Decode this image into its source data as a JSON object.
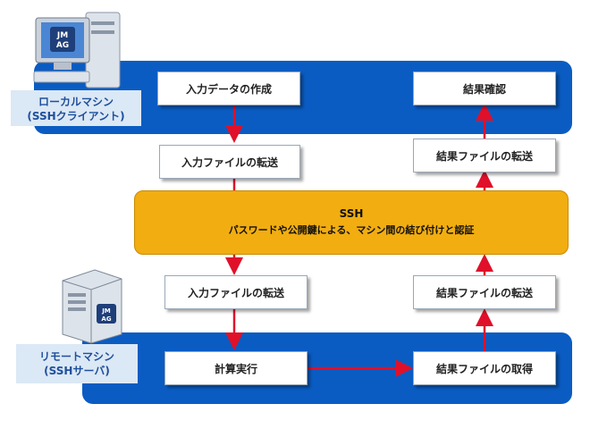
{
  "local": {
    "label_line1": "ローカルマシン",
    "label_line2": "(SSHクライアント)"
  },
  "remote": {
    "label_line1": "リモートマシン",
    "label_line2": "(SSHサーバ)"
  },
  "ssh": {
    "title": "SSH",
    "subtitle": "パスワードや公開鍵による、マシン間の結び付けと認証"
  },
  "steps": {
    "input_create": "入力データの作成",
    "input_transfer_local": "入力ファイルの転送",
    "input_transfer_remote": "入力ファイルの転送",
    "calc": "計算実行",
    "result_get": "結果ファイルの取得",
    "result_transfer_remote": "結果ファイルの転送",
    "result_transfer_local": "結果ファイルの転送",
    "result_check": "結果確認"
  },
  "logo_text": "JMAG",
  "colors": {
    "band": "#0a5cc2",
    "ssh": "#f2ad10",
    "arrow": "#e0102a",
    "label_bg": "#dbe8f5"
  },
  "icons": {
    "local_machine": "desktop-computer-icon",
    "remote_machine": "server-tower-icon"
  }
}
